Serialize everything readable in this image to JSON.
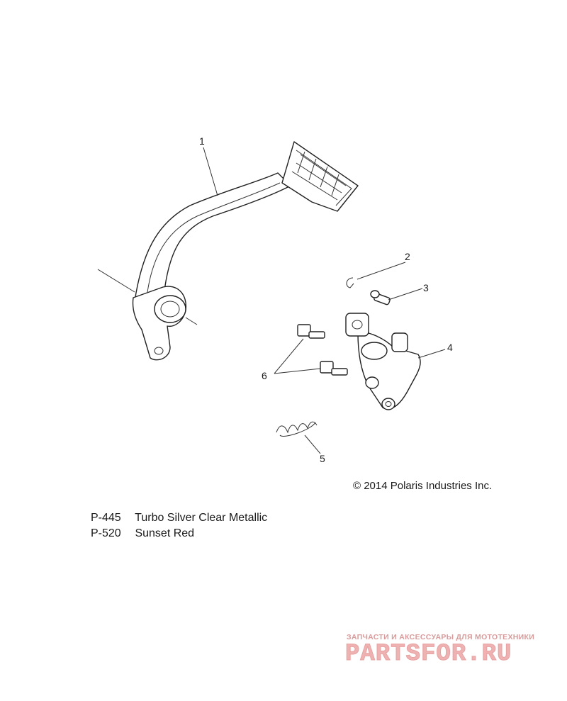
{
  "callouts": {
    "c1": "1",
    "c2": "2",
    "c3": "3",
    "c4": "4",
    "c5": "5",
    "c6": "6"
  },
  "copyright": "© 2014 Polaris Industries Inc.",
  "legend": [
    {
      "code": "P-445",
      "name": "Turbo Silver Clear Metallic"
    },
    {
      "code": "P-520",
      "name": "Sunset Red"
    }
  ],
  "watermark": {
    "tagline": "ЗАПЧАСТИ И АКСЕССУАРЫ ДЛЯ МОТОТЕХНИКИ",
    "logo": "PARTSFOR.RU",
    "color": "#efb2b2"
  }
}
